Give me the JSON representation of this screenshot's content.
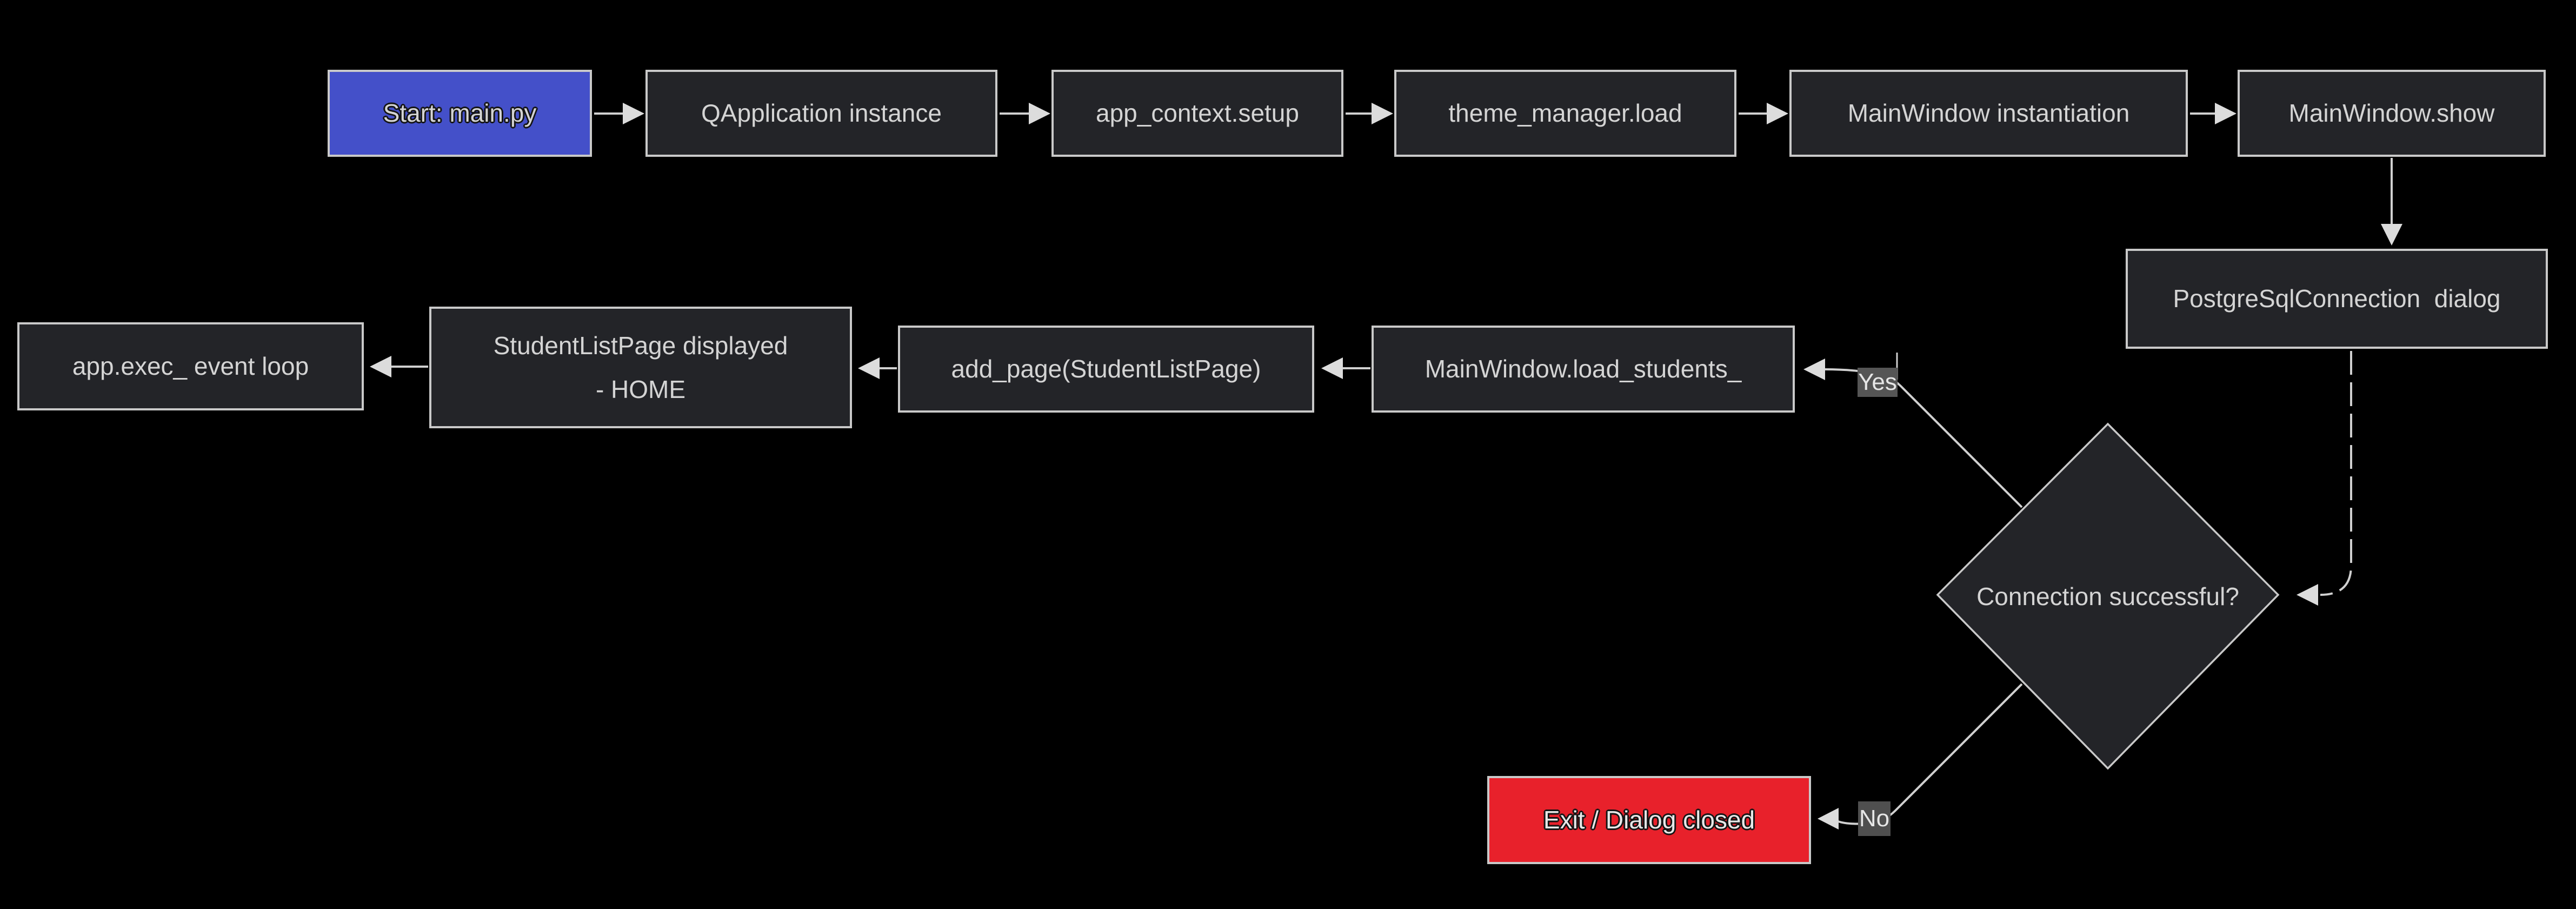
{
  "theme": {
    "bg": "#000000",
    "node_fill": "#232428",
    "node_border": "#c9c9c9",
    "text_color": "#d4d4d4",
    "start_fill": "#4450c9",
    "exit_fill": "#e8212b",
    "edge_color": "#d0d0d0",
    "arrow_fill": "#dcdcdc",
    "label_bg": "#555555"
  },
  "nodes": {
    "start": {
      "label": "Start: main.py"
    },
    "qapplication": {
      "label": "QApplication instance"
    },
    "app_context": {
      "label": "app_context.setup"
    },
    "theme_manager": {
      "label": "theme_manager.load"
    },
    "mainwindow_inst": {
      "label": "MainWindow instantiation"
    },
    "mainwindow_show": {
      "label": "MainWindow.show"
    },
    "dialog": {
      "label": "PostgreSqlConnection  dialog"
    },
    "decision": {
      "label": "Connection successful?"
    },
    "load_students": {
      "label": "MainWindow.load_students_"
    },
    "add_page": {
      "label": "add_page(StudentListPage)"
    },
    "student_list": {
      "label_line1": "StudentListPage displayed",
      "label_line2": "- HOME"
    },
    "app_exec": {
      "label": "app.exec_ event loop"
    },
    "exit": {
      "label": "Exit / Dialog closed"
    }
  },
  "edge_labels": {
    "yes": "Yes",
    "no": "No"
  },
  "edges": [
    {
      "from": "start",
      "to": "qapplication",
      "style": "solid"
    },
    {
      "from": "qapplication",
      "to": "app_context",
      "style": "solid"
    },
    {
      "from": "app_context",
      "to": "theme_manager",
      "style": "solid"
    },
    {
      "from": "theme_manager",
      "to": "mainwindow_inst",
      "style": "solid"
    },
    {
      "from": "mainwindow_inst",
      "to": "mainwindow_show",
      "style": "solid"
    },
    {
      "from": "mainwindow_show",
      "to": "dialog",
      "style": "solid"
    },
    {
      "from": "dialog",
      "to": "decision",
      "style": "dashed"
    },
    {
      "from": "decision",
      "to": "load_students",
      "style": "solid",
      "label": "Yes"
    },
    {
      "from": "decision",
      "to": "exit",
      "style": "solid",
      "label": "No"
    },
    {
      "from": "load_students",
      "to": "add_page",
      "style": "solid"
    },
    {
      "from": "add_page",
      "to": "student_list",
      "style": "solid"
    },
    {
      "from": "student_list",
      "to": "app_exec",
      "style": "solid"
    }
  ]
}
